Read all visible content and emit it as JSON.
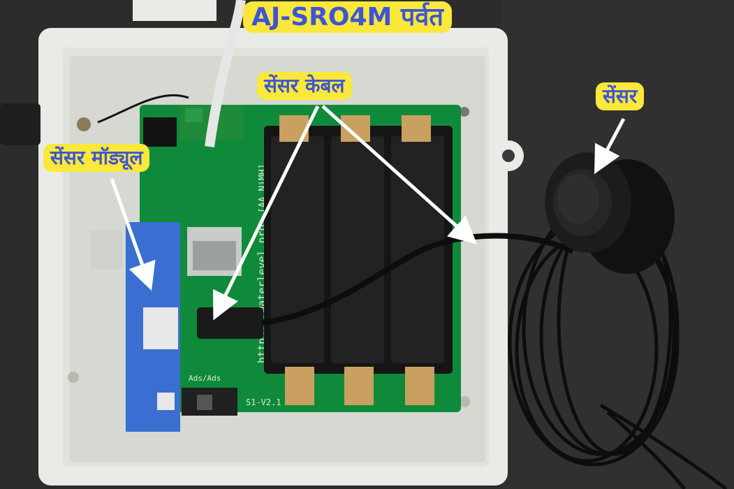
{
  "labels": {
    "title": "AJ-SRO4M पर्वत",
    "sensor_cable": "सेंसर केबल",
    "sensor": "सेंसर",
    "sensor_module": "सेंसर मॉड्यूल"
  },
  "pcb_text": {
    "url": "https://waterlevel.pro",
    "battery": "[AA NiMH]",
    "version": "S1-V2.1",
    "switch": "Ads/Ads"
  },
  "colors": {
    "label_bg": "#fbe83a",
    "label_text": "#3d55d6",
    "pcb_green": "#0f8a3a",
    "enclosure": "#e9ece6",
    "module_blue": "#3a6fd1"
  }
}
